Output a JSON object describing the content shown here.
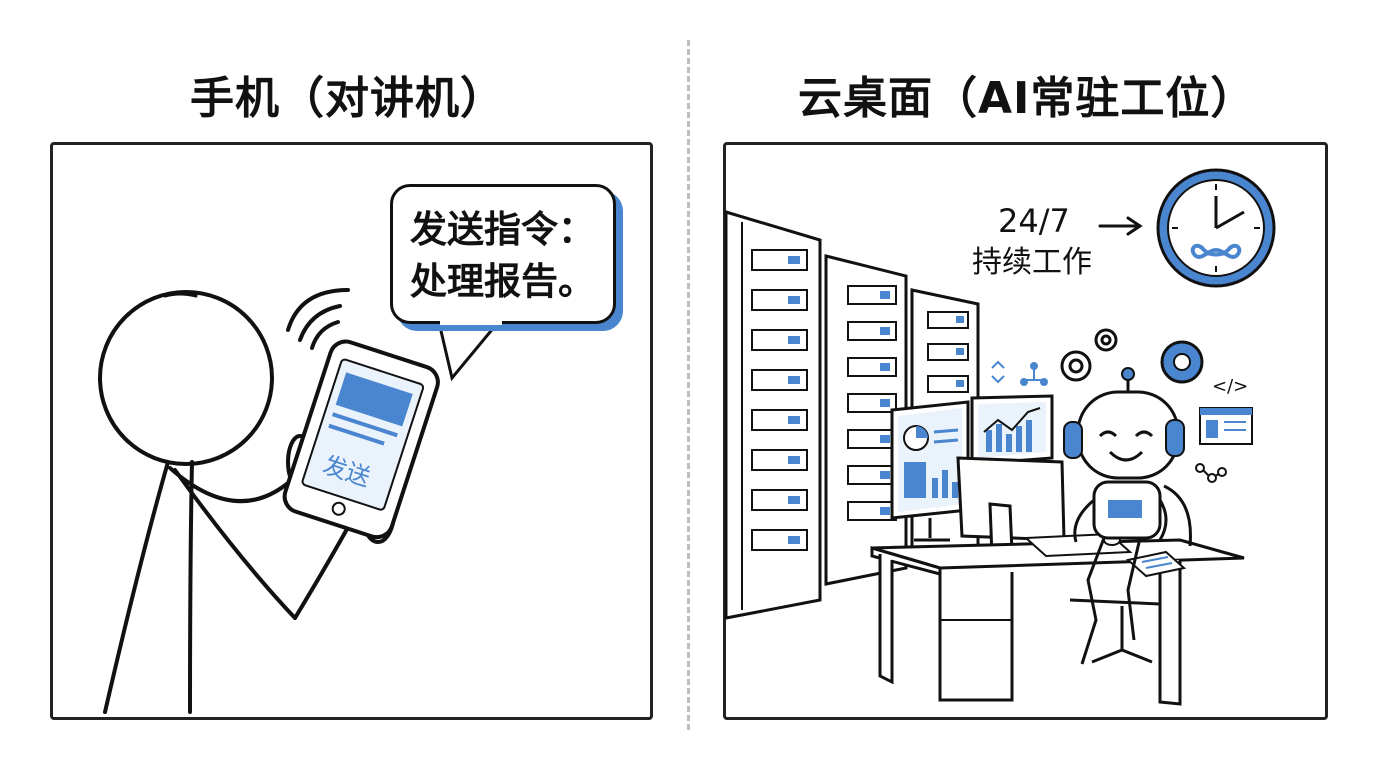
{
  "left": {
    "title": "手机（对讲机）",
    "bubble_line1": "发送指令：",
    "bubble_line2": "处理报告。",
    "phone_button": "发送"
  },
  "right": {
    "title": "云桌面（AI常驻工位）",
    "uptime": "24/7",
    "uptime_caption": "持续工作"
  },
  "colors": {
    "accent": "#4a86cf",
    "ink": "#111111",
    "divider": "#bdbdbd"
  },
  "icons": [
    "phone-icon",
    "signal-wave-icon",
    "clock-icon",
    "infinity-icon",
    "gear-icon",
    "robot-icon",
    "server-rack-icon",
    "monitor-icon",
    "pie-chart-icon",
    "bar-chart-icon",
    "code-icon",
    "network-icon",
    "arrow-right-icon",
    "keyboard-icon",
    "document-icon"
  ]
}
